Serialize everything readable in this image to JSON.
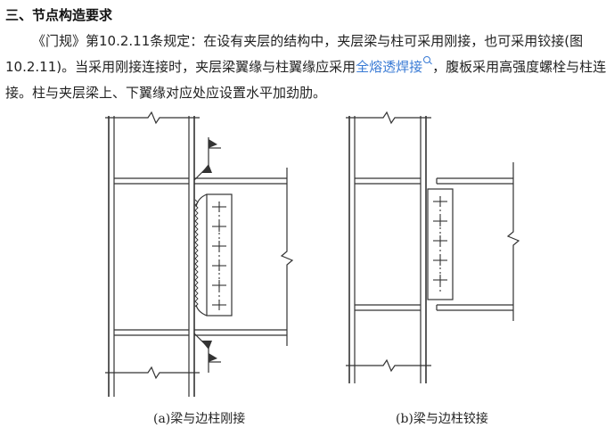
{
  "section": {
    "heading": "三、节点构造要求"
  },
  "paragraph": {
    "text_before_link": "《门规》第10.2.11条规定：在设有夹层的结构中，夹层梁与柱可采用刚接，也可采用铰接(图10.2.11)。当采用刚接连接时，夹层梁翼缘与柱翼缘应采用",
    "link_text": "全熔透焊接",
    "text_after_link": "，腹板采用高强度螺栓与柱连接。柱与夹层梁上、下翼缘对应处应设置水平加劲肋。",
    "link_color": "#3a7bd5"
  },
  "figure": {
    "caption_a": "(a)梁与边柱刚接",
    "caption_b": "(b)梁与边柱铰接",
    "line_color": "#333333"
  }
}
